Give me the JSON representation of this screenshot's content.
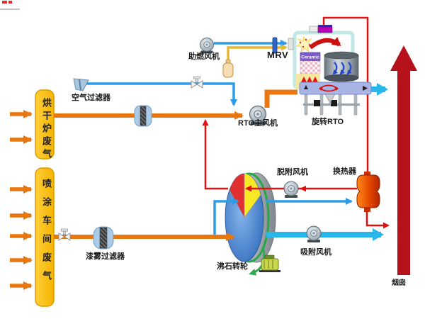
{
  "sources": [
    {
      "id": "drying-oven",
      "label": "烘干炉废气"
    },
    {
      "id": "spray-booth",
      "label": "喷涂车间废气"
    }
  ],
  "labels": {
    "air_filter": "空气过滤器",
    "paint_mist_filter": "漆雾过滤器",
    "combustion_fan": "助燃风机",
    "mrv": "MRV",
    "rto_main_fan": "RTO主风机",
    "rotary_rto": "旋转RTO",
    "desorption_fan": "脱附风机",
    "heat_exchanger": "换热器",
    "adsorption_fan": "吸附风机",
    "zeolite_wheel": "沸石转轮",
    "chimney": "烟囱",
    "ceramic": "Ceramic"
  },
  "colors": {
    "duct_orange": "#E8770F",
    "line_blue": "#2E9BE8",
    "line_cyan": "#29B6EA",
    "line_red": "#E01111",
    "line_yellow": "#E8B630",
    "chimney_red": "#B5121B",
    "source_box_yellow": "#FFC20E",
    "heat_exchanger_orange": "#E84D00",
    "wheel_blue": "#3B7CC9"
  }
}
